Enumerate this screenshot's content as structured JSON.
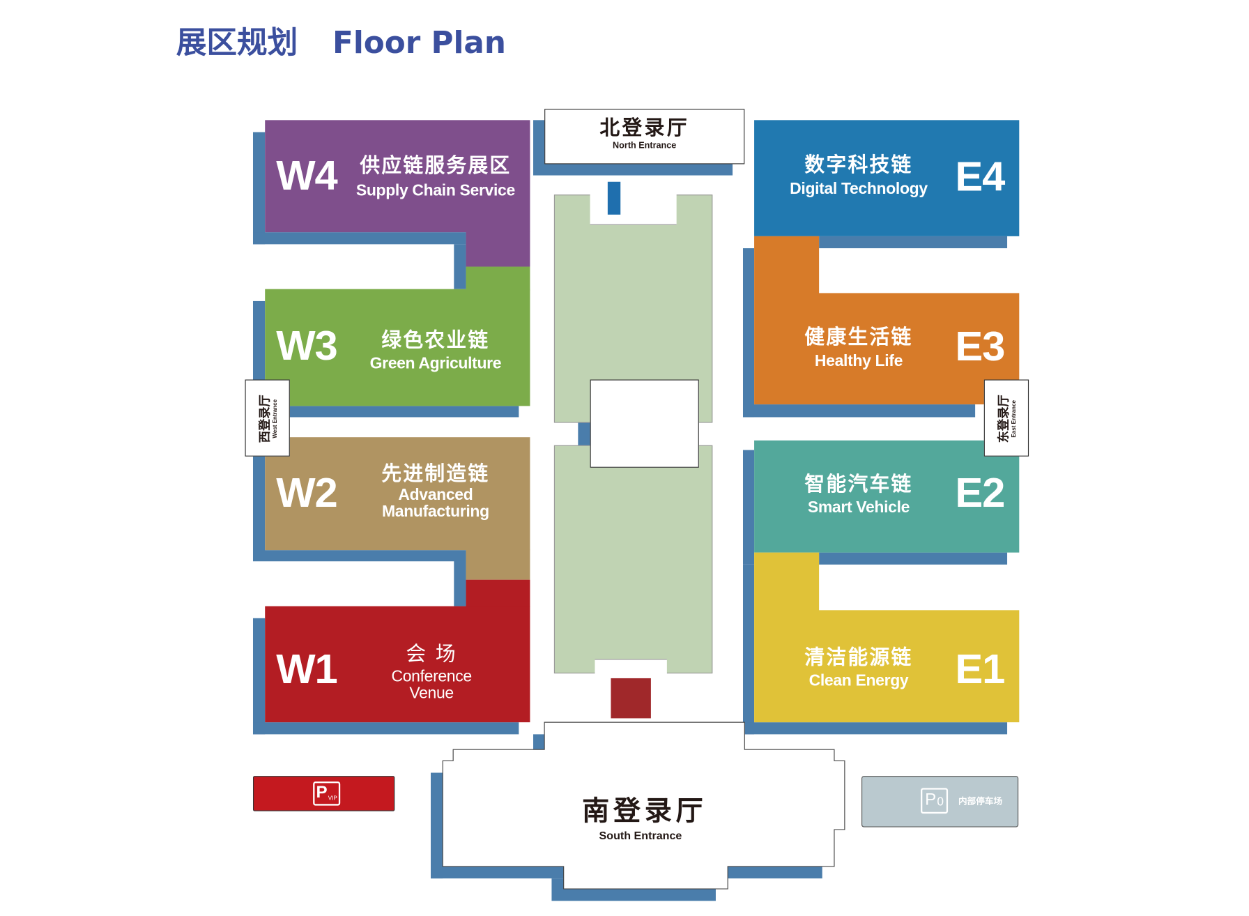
{
  "title": {
    "zh": "展区规划",
    "en": "Floor Plan",
    "color": "#3b4f9e"
  },
  "zones": {
    "W4": {
      "code": "W4",
      "zh": "供应链服务展区",
      "en": "Supply Chain Service",
      "color": "#7f4f8c"
    },
    "W3": {
      "code": "W3",
      "zh": "绿色农业链",
      "en": "Green Agriculture",
      "color": "#7cac4a"
    },
    "W2": {
      "code": "W2",
      "zh": "先进制造链",
      "en1": "Advanced",
      "en2": "Manufacturing",
      "color": "#b09462"
    },
    "W1": {
      "code": "W1",
      "zh": "会 场",
      "en1": "Conference",
      "en2": "Venue",
      "color": "#b31d23"
    },
    "E4": {
      "code": "E4",
      "zh": "数字科技链",
      "en": "Digital Technology",
      "color": "#2179b0"
    },
    "E3": {
      "code": "E3",
      "zh": "健康生活链",
      "en": "Healthy Life",
      "color": "#d77b29"
    },
    "E2": {
      "code": "E2",
      "zh": "智能汽车链",
      "en": "Smart Vehicle",
      "color": "#53a89b"
    },
    "E1": {
      "code": "E1",
      "zh": "清洁能源链",
      "en": "Clean Energy",
      "color": "#e0c238"
    }
  },
  "entrances": {
    "north": {
      "zh": "北登录厅",
      "en": "North Entrance"
    },
    "south": {
      "zh": "南登录厅",
      "en": "South Entrance"
    },
    "west": {
      "zh": "西登录厅",
      "en": "West Entrance"
    },
    "east": {
      "zh": "东登录厅",
      "en": "East Entrance"
    }
  },
  "parking": {
    "vip": {
      "symbol": "P",
      "sub": "VIP",
      "color": "#c4191f"
    },
    "internal": {
      "symbol": "P",
      "sub": "0",
      "label": "内部停车场",
      "color": "#bac9cf"
    }
  },
  "colors": {
    "shadow": "#4a7dab",
    "corridor": "#c0d3b3"
  }
}
